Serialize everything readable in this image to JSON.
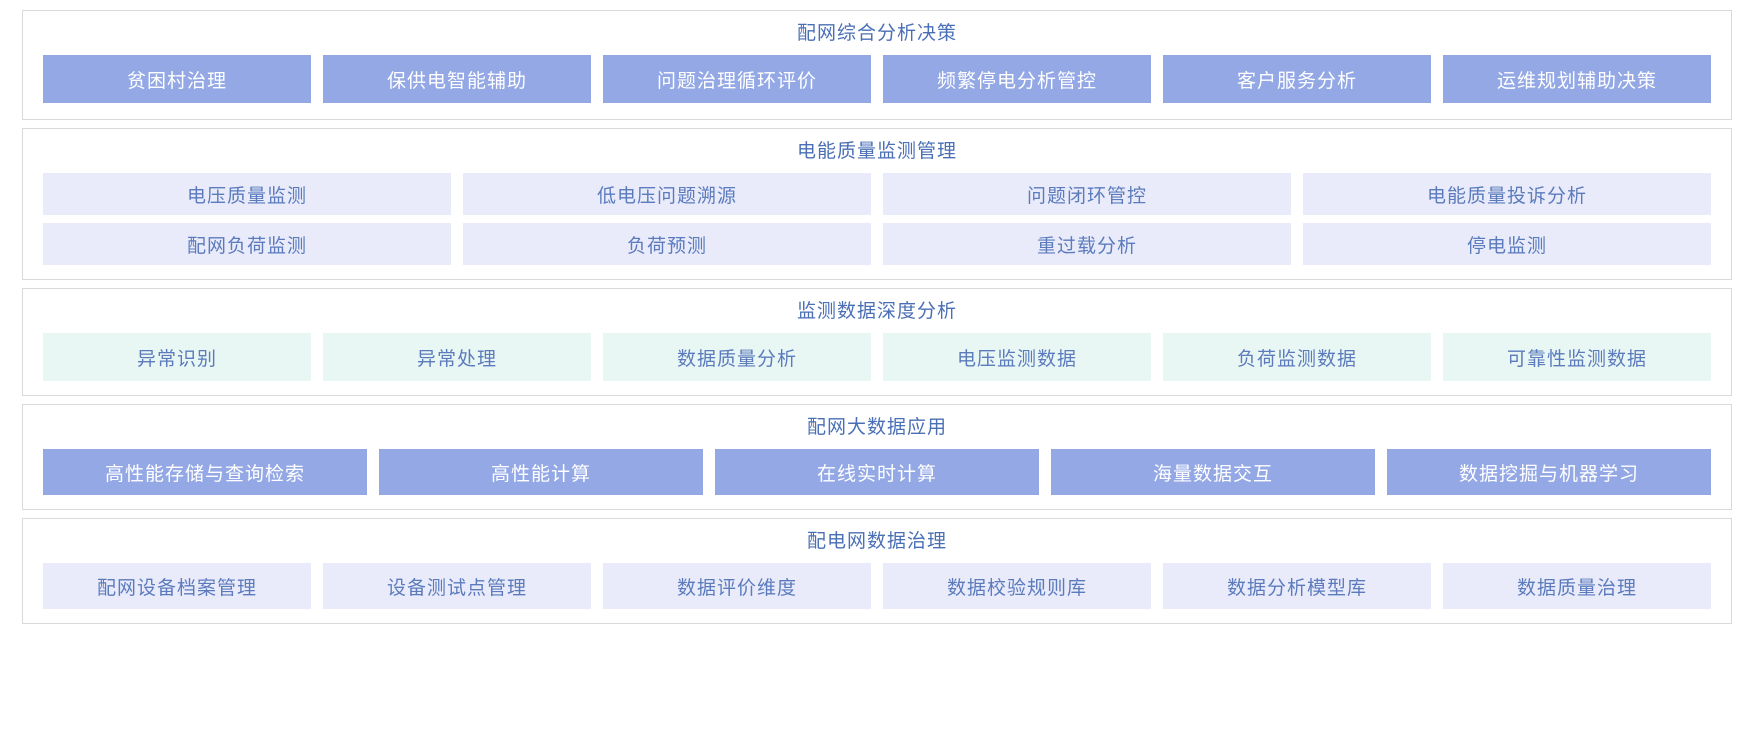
{
  "theme": {
    "solid_blue": "#93a8e5",
    "solid_blue_text": "#ffffff",
    "pale_lavender": "#e9ebfa",
    "pale_mint": "#e9f7f4",
    "label_text": "#5b7bbd",
    "title_text": "#4a6fb5",
    "panel_border": "#d9d9d9",
    "page_background": "#ffffff"
  },
  "panels": [
    {
      "id": "comprehensive-analysis-decision",
      "title": "配网综合分析决策",
      "style": "solid-blue",
      "rows": [
        [
          "贫困村治理",
          "保供电智能辅助",
          "问题治理循环评价",
          "频繁停电分析管控",
          "客户服务分析",
          "运维规划辅助决策"
        ]
      ]
    },
    {
      "id": "power-quality-monitoring-management",
      "title": "电能质量监测管理",
      "style": "pale-lavender",
      "rows": [
        [
          "电压质量监测",
          "低电压问题溯源",
          "问题闭环管控",
          "电能质量投诉分析"
        ],
        [
          "配网负荷监测",
          "负荷预测",
          "重过载分析",
          "停电监测"
        ]
      ]
    },
    {
      "id": "monitoring-data-deep-analysis",
      "title": "监测数据深度分析",
      "style": "pale-mint",
      "rows": [
        [
          "异常识别",
          "异常处理",
          "数据质量分析",
          "电压监测数据",
          "负荷监测数据",
          "可靠性监测数据"
        ]
      ]
    },
    {
      "id": "distribution-network-big-data-application",
      "title": "配网大数据应用",
      "style": "solid-blue",
      "rows": [
        [
          "高性能存储与查询检索",
          "高性能计算",
          "在线实时计算",
          "海量数据交互",
          "数据挖掘与机器学习"
        ]
      ]
    },
    {
      "id": "distribution-network-data-governance",
      "title": "配电网数据治理",
      "style": "pale-lavender",
      "rows": [
        [
          "配网设备档案管理",
          "设备测试点管理",
          "数据评价维度",
          "数据校验规则库",
          "数据分析模型库",
          "数据质量治理"
        ]
      ]
    }
  ]
}
